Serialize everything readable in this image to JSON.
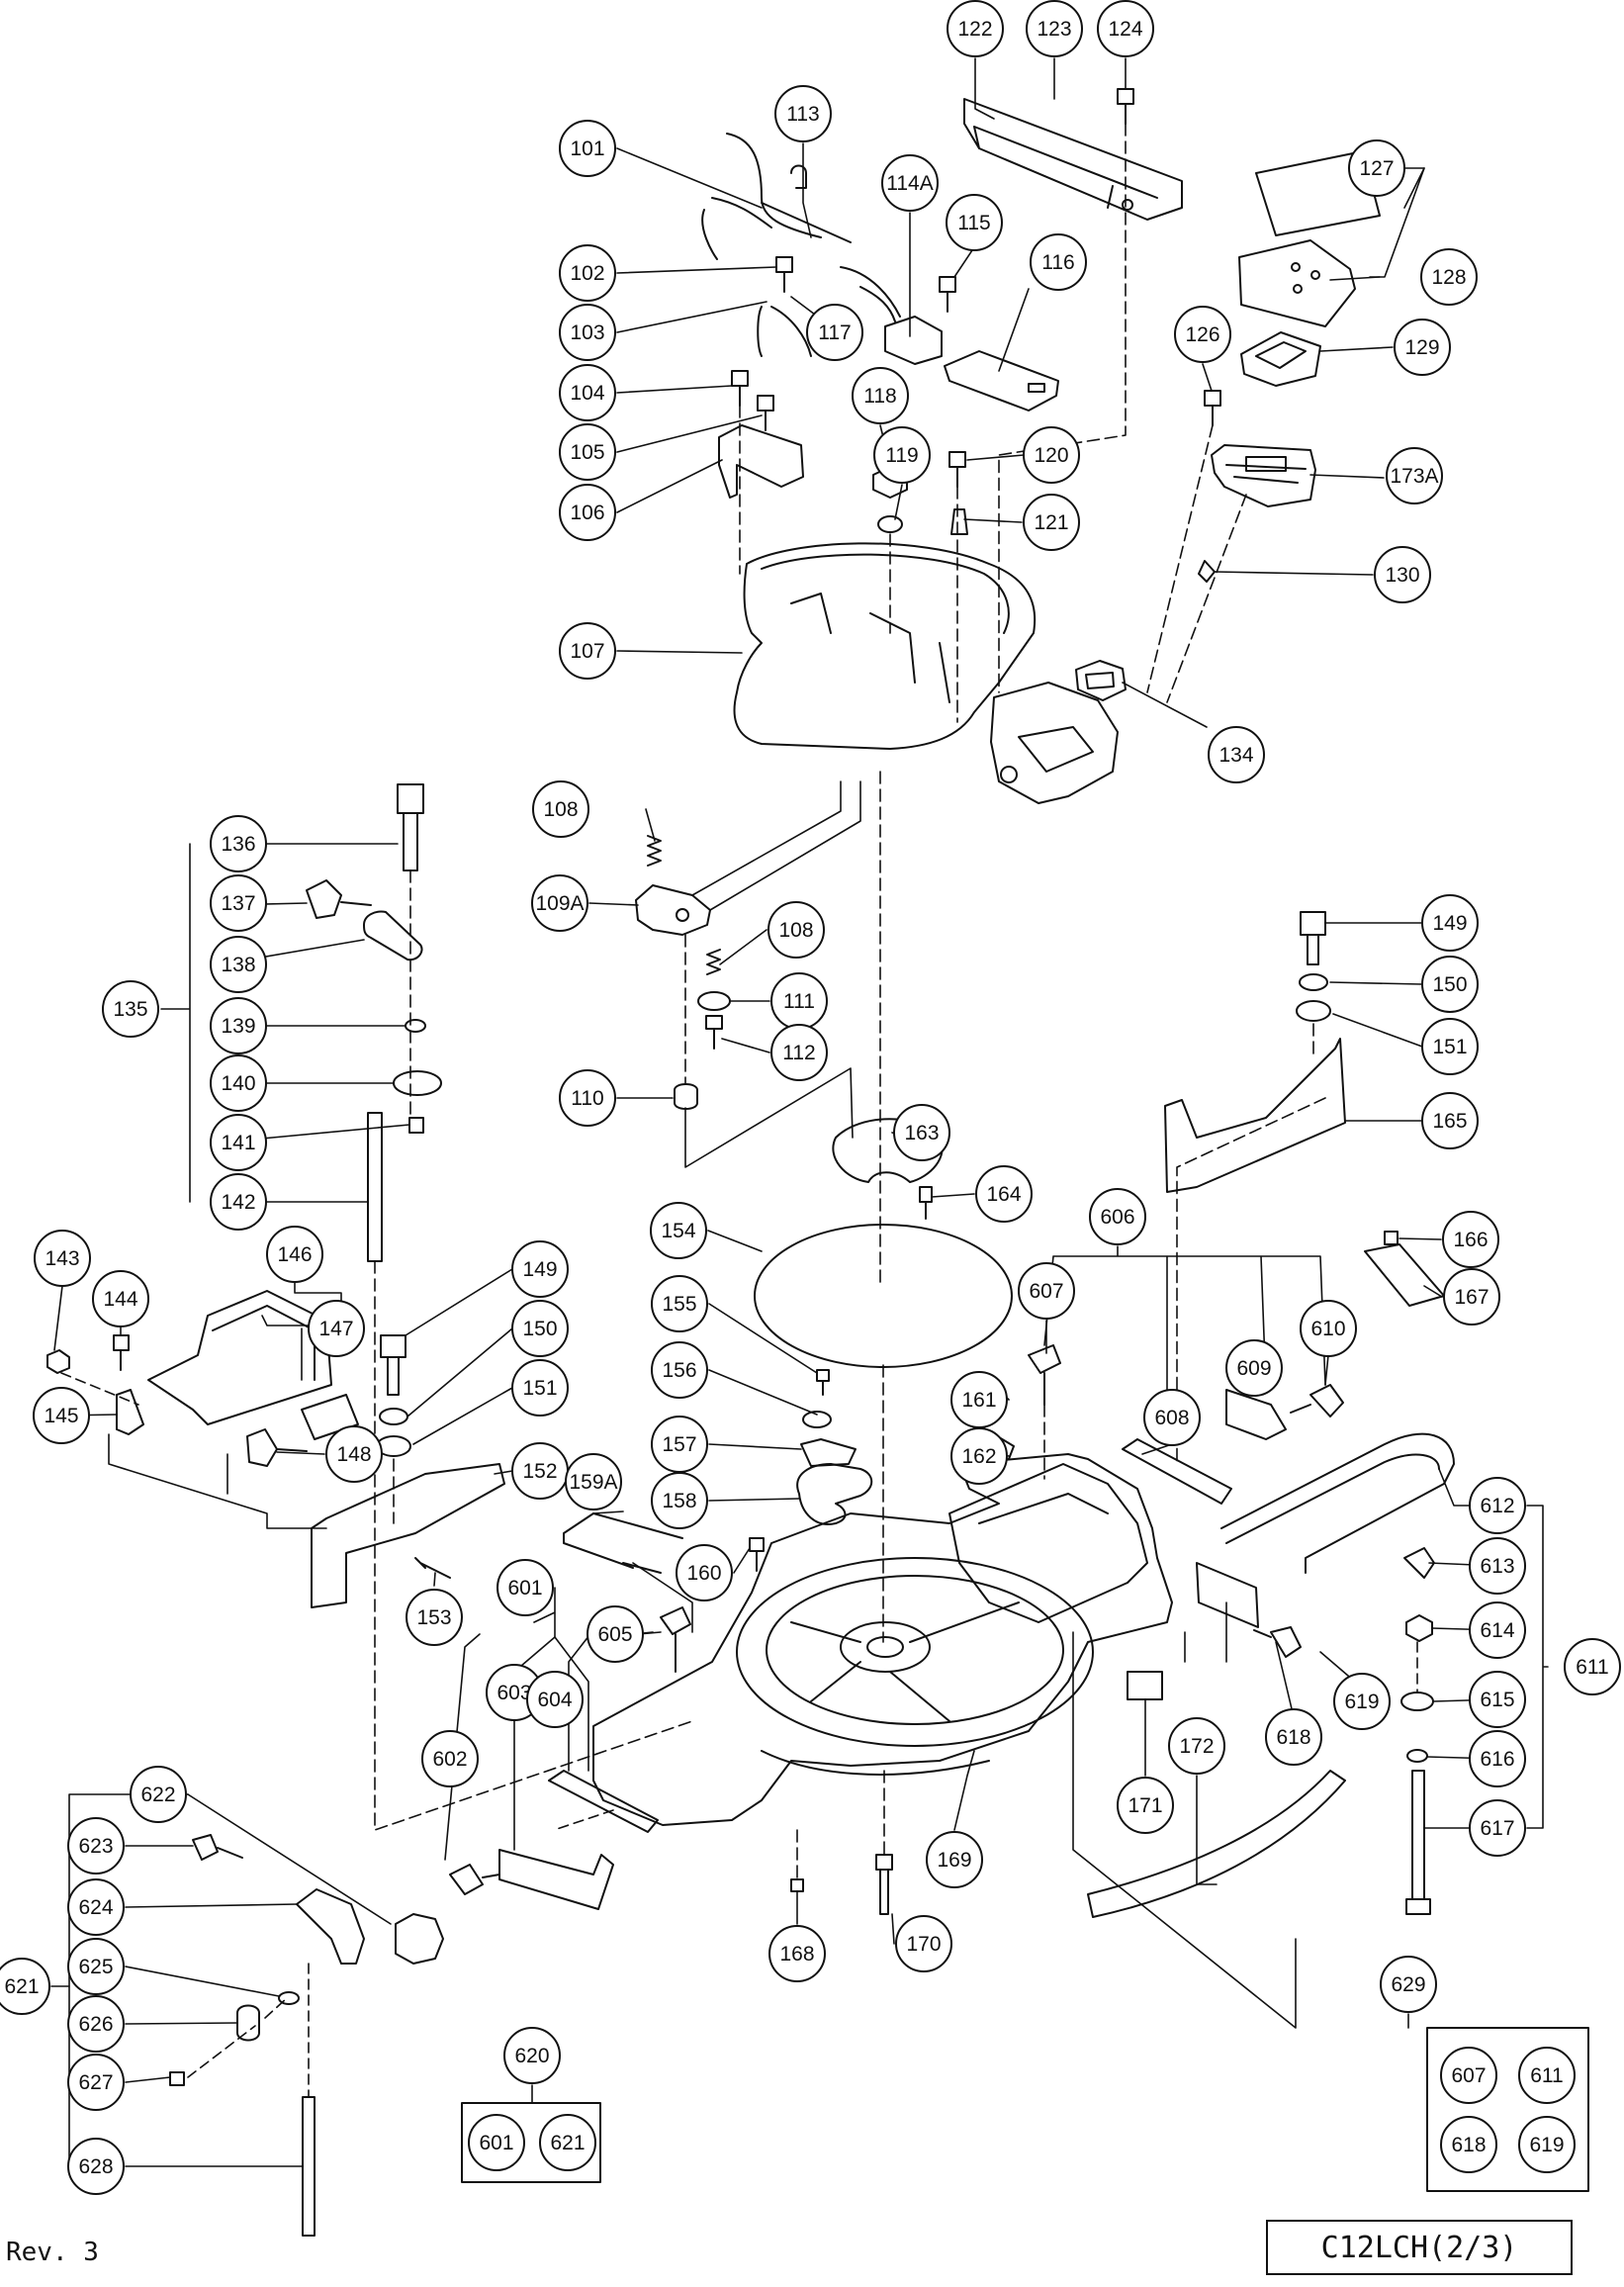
{
  "diagram": {
    "callouts": [
      {
        "id": "101",
        "label": "101"
      },
      {
        "id": "102",
        "label": "102"
      },
      {
        "id": "103",
        "label": "103"
      },
      {
        "id": "104",
        "label": "104"
      },
      {
        "id": "105",
        "label": "105"
      },
      {
        "id": "106",
        "label": "106"
      },
      {
        "id": "107",
        "label": "107"
      },
      {
        "id": "108a",
        "label": "108"
      },
      {
        "id": "109A",
        "label": "109A"
      },
      {
        "id": "108b",
        "label": "108"
      },
      {
        "id": "110",
        "label": "110"
      },
      {
        "id": "111",
        "label": "111"
      },
      {
        "id": "112",
        "label": "112"
      },
      {
        "id": "113",
        "label": "113"
      },
      {
        "id": "114A",
        "label": "114A"
      },
      {
        "id": "115",
        "label": "115"
      },
      {
        "id": "116",
        "label": "116"
      },
      {
        "id": "117",
        "label": "117"
      },
      {
        "id": "118",
        "label": "118"
      },
      {
        "id": "119",
        "label": "119"
      },
      {
        "id": "120",
        "label": "120"
      },
      {
        "id": "121",
        "label": "121"
      },
      {
        "id": "122",
        "label": "122"
      },
      {
        "id": "123",
        "label": "123"
      },
      {
        "id": "124",
        "label": "124"
      },
      {
        "id": "126",
        "label": "126"
      },
      {
        "id": "127",
        "label": "127"
      },
      {
        "id": "128",
        "label": "128"
      },
      {
        "id": "129",
        "label": "129"
      },
      {
        "id": "173A",
        "label": "173A"
      },
      {
        "id": "130",
        "label": "130"
      },
      {
        "id": "134",
        "label": "134"
      },
      {
        "id": "135",
        "label": "135"
      },
      {
        "id": "136",
        "label": "136"
      },
      {
        "id": "137",
        "label": "137"
      },
      {
        "id": "138",
        "label": "138"
      },
      {
        "id": "139",
        "label": "139"
      },
      {
        "id": "140",
        "label": "140"
      },
      {
        "id": "141",
        "label": "141"
      },
      {
        "id": "142",
        "label": "142"
      },
      {
        "id": "143",
        "label": "143"
      },
      {
        "id": "144",
        "label": "144"
      },
      {
        "id": "145",
        "label": "145"
      },
      {
        "id": "146",
        "label": "146"
      },
      {
        "id": "147",
        "label": "147"
      },
      {
        "id": "148",
        "label": "148"
      },
      {
        "id": "149a",
        "label": "149"
      },
      {
        "id": "150a",
        "label": "150"
      },
      {
        "id": "151a",
        "label": "151"
      },
      {
        "id": "152",
        "label": "152"
      },
      {
        "id": "153",
        "label": "153"
      },
      {
        "id": "149b",
        "label": "149"
      },
      {
        "id": "150b",
        "label": "150"
      },
      {
        "id": "151b",
        "label": "151"
      },
      {
        "id": "154",
        "label": "154"
      },
      {
        "id": "155",
        "label": "155"
      },
      {
        "id": "156",
        "label": "156"
      },
      {
        "id": "157",
        "label": "157"
      },
      {
        "id": "158",
        "label": "158"
      },
      {
        "id": "159A",
        "label": "159A"
      },
      {
        "id": "160",
        "label": "160"
      },
      {
        "id": "161",
        "label": "161"
      },
      {
        "id": "162",
        "label": "162"
      },
      {
        "id": "163",
        "label": "163"
      },
      {
        "id": "164",
        "label": "164"
      },
      {
        "id": "165",
        "label": "165"
      },
      {
        "id": "166",
        "label": "166"
      },
      {
        "id": "167",
        "label": "167"
      },
      {
        "id": "168",
        "label": "168"
      },
      {
        "id": "169",
        "label": "169"
      },
      {
        "id": "170",
        "label": "170"
      },
      {
        "id": "171",
        "label": "171"
      },
      {
        "id": "172",
        "label": "172"
      },
      {
        "id": "601",
        "label": "601"
      },
      {
        "id": "602",
        "label": "602"
      },
      {
        "id": "603",
        "label": "603"
      },
      {
        "id": "604",
        "label": "604"
      },
      {
        "id": "605",
        "label": "605"
      },
      {
        "id": "606",
        "label": "606"
      },
      {
        "id": "607",
        "label": "607"
      },
      {
        "id": "608",
        "label": "608"
      },
      {
        "id": "609",
        "label": "609"
      },
      {
        "id": "610",
        "label": "610"
      },
      {
        "id": "611",
        "label": "611"
      },
      {
        "id": "612",
        "label": "612"
      },
      {
        "id": "613",
        "label": "613"
      },
      {
        "id": "614",
        "label": "614"
      },
      {
        "id": "615",
        "label": "615"
      },
      {
        "id": "616",
        "label": "616"
      },
      {
        "id": "617",
        "label": "617"
      },
      {
        "id": "618",
        "label": "618"
      },
      {
        "id": "619",
        "label": "619"
      },
      {
        "id": "620",
        "label": "620"
      },
      {
        "id": "621",
        "label": "621"
      },
      {
        "id": "622",
        "label": "622"
      },
      {
        "id": "623",
        "label": "623"
      },
      {
        "id": "624",
        "label": "624"
      },
      {
        "id": "625",
        "label": "625"
      },
      {
        "id": "626",
        "label": "626"
      },
      {
        "id": "627",
        "label": "627"
      },
      {
        "id": "628",
        "label": "628"
      },
      {
        "id": "629",
        "label": "629"
      },
      {
        "id": "k601",
        "label": "601"
      },
      {
        "id": "k621",
        "label": "621"
      },
      {
        "id": "k607",
        "label": "607"
      },
      {
        "id": "k611",
        "label": "611"
      },
      {
        "id": "k618",
        "label": "618"
      },
      {
        "id": "k619",
        "label": "619"
      }
    ]
  },
  "footer": {
    "revision": "Rev. 3",
    "model": "C12LCH(2/3)"
  }
}
